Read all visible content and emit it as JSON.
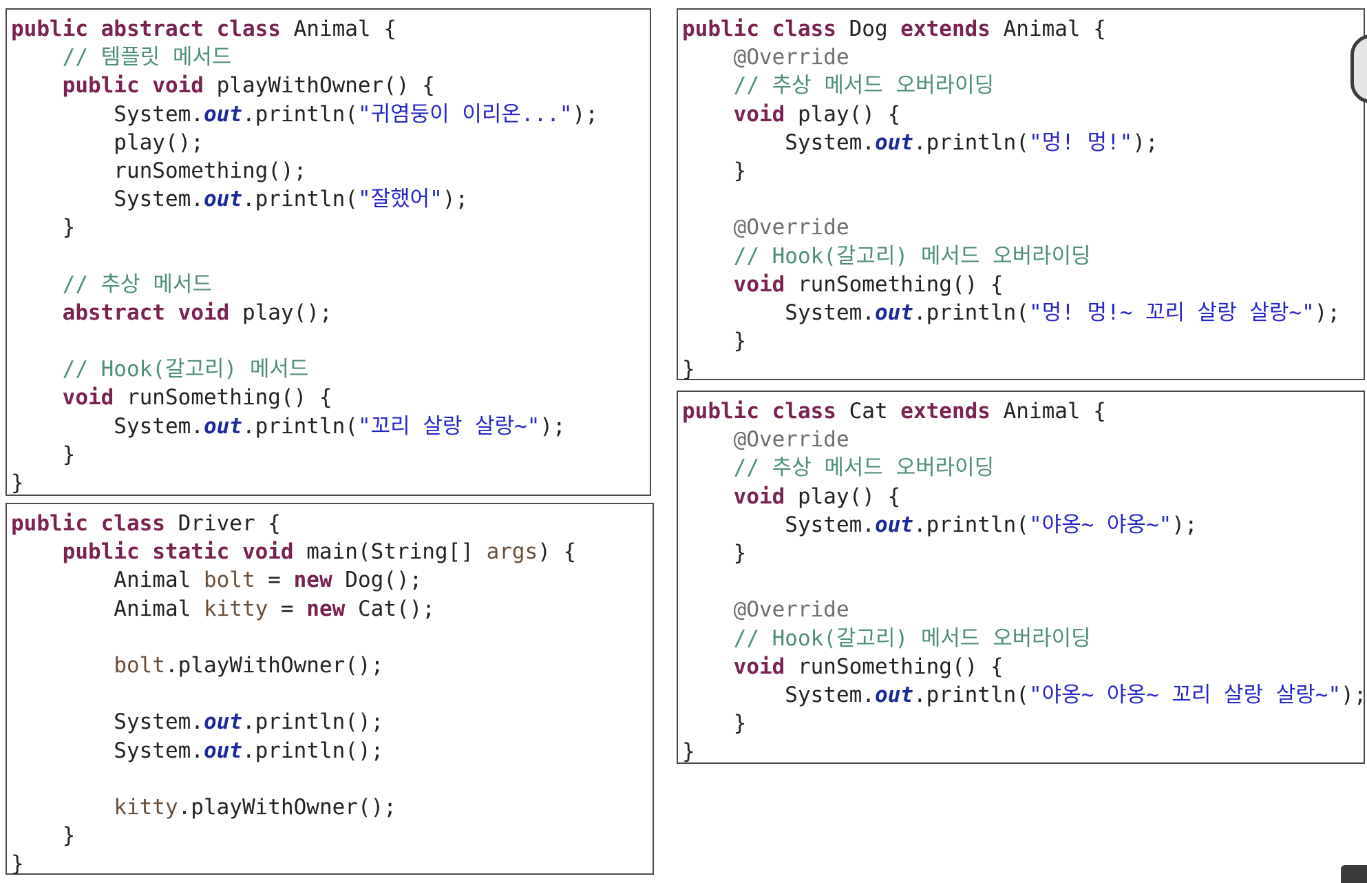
{
  "panels": [
    {
      "id": "panel-animal",
      "name": "code-panel-animal",
      "lines": [
        [
          [
            "kw",
            "public abstract class"
          ],
          [
            "p",
            " Animal {"
          ]
        ],
        [
          [
            "p",
            "    "
          ],
          [
            "cm",
            "// 템플릿 메서드"
          ]
        ],
        [
          [
            "p",
            "    "
          ],
          [
            "kw",
            "public void"
          ],
          [
            "p",
            " playWithOwner() {"
          ]
        ],
        [
          [
            "p",
            "        System."
          ],
          [
            "fld",
            "out"
          ],
          [
            "p",
            ".println("
          ],
          [
            "str",
            "\"귀염둥이 이리온...\""
          ],
          [
            "p",
            ");"
          ]
        ],
        [
          [
            "p",
            "        play();"
          ]
        ],
        [
          [
            "p",
            "        runSomething();"
          ]
        ],
        [
          [
            "p",
            "        System."
          ],
          [
            "fld",
            "out"
          ],
          [
            "p",
            ".println("
          ],
          [
            "str",
            "\"잘했어\""
          ],
          [
            "p",
            ");"
          ]
        ],
        [
          [
            "p",
            "    }"
          ]
        ],
        [
          [
            "p",
            ""
          ]
        ],
        [
          [
            "p",
            "    "
          ],
          [
            "cm",
            "// 추상 메서드"
          ]
        ],
        [
          [
            "p",
            "    "
          ],
          [
            "kw",
            "abstract void"
          ],
          [
            "p",
            " play();"
          ]
        ],
        [
          [
            "p",
            ""
          ]
        ],
        [
          [
            "p",
            "    "
          ],
          [
            "cm",
            "// Hook(갈고리) 메서드"
          ]
        ],
        [
          [
            "p",
            "    "
          ],
          [
            "kw",
            "void"
          ],
          [
            "p",
            " runSomething() {"
          ]
        ],
        [
          [
            "p",
            "        System."
          ],
          [
            "fld",
            "out"
          ],
          [
            "p",
            ".println("
          ],
          [
            "str",
            "\"꼬리 살랑 살랑~\""
          ],
          [
            "p",
            ");"
          ]
        ],
        [
          [
            "p",
            "    }"
          ]
        ],
        [
          [
            "p",
            "}"
          ]
        ]
      ]
    },
    {
      "id": "panel-driver",
      "name": "code-panel-driver",
      "lines": [
        [
          [
            "kw",
            "public class"
          ],
          [
            "p",
            " Driver {"
          ]
        ],
        [
          [
            "p",
            "    "
          ],
          [
            "kw",
            "public static void"
          ],
          [
            "p",
            " main(String[] "
          ],
          [
            "var",
            "args"
          ],
          [
            "p",
            ") {"
          ]
        ],
        [
          [
            "p",
            "        Animal "
          ],
          [
            "var",
            "bolt"
          ],
          [
            "p",
            " = "
          ],
          [
            "kw",
            "new"
          ],
          [
            "p",
            " Dog();"
          ]
        ],
        [
          [
            "p",
            "        Animal "
          ],
          [
            "var",
            "kitty"
          ],
          [
            "p",
            " = "
          ],
          [
            "kw",
            "new"
          ],
          [
            "p",
            " Cat();"
          ]
        ],
        [
          [
            "p",
            ""
          ]
        ],
        [
          [
            "p",
            "        "
          ],
          [
            "var",
            "bolt"
          ],
          [
            "p",
            ".playWithOwner();"
          ]
        ],
        [
          [
            "p",
            ""
          ]
        ],
        [
          [
            "p",
            "        System."
          ],
          [
            "fld",
            "out"
          ],
          [
            "p",
            ".println();"
          ]
        ],
        [
          [
            "p",
            "        System."
          ],
          [
            "fld",
            "out"
          ],
          [
            "p",
            ".println();"
          ]
        ],
        [
          [
            "p",
            ""
          ]
        ],
        [
          [
            "p",
            "        "
          ],
          [
            "var",
            "kitty"
          ],
          [
            "p",
            ".playWithOwner();"
          ]
        ],
        [
          [
            "p",
            "    }"
          ]
        ],
        [
          [
            "p",
            "}"
          ]
        ]
      ]
    },
    {
      "id": "panel-dog",
      "name": "code-panel-dog",
      "lines": [
        [
          [
            "kw",
            "public class"
          ],
          [
            "p",
            " Dog "
          ],
          [
            "kw",
            "extends"
          ],
          [
            "p",
            " Animal {"
          ]
        ],
        [
          [
            "p",
            "    "
          ],
          [
            "an",
            "@Override"
          ]
        ],
        [
          [
            "p",
            "    "
          ],
          [
            "cm",
            "// 추상 메서드 오버라이딩"
          ]
        ],
        [
          [
            "p",
            "    "
          ],
          [
            "kw",
            "void"
          ],
          [
            "p",
            " play() {"
          ]
        ],
        [
          [
            "p",
            "        System."
          ],
          [
            "fld",
            "out"
          ],
          [
            "p",
            ".println("
          ],
          [
            "str",
            "\"멍! 멍!\""
          ],
          [
            "p",
            ");"
          ]
        ],
        [
          [
            "p",
            "    }"
          ]
        ],
        [
          [
            "p",
            ""
          ]
        ],
        [
          [
            "p",
            "    "
          ],
          [
            "an",
            "@Override"
          ]
        ],
        [
          [
            "p",
            "    "
          ],
          [
            "cm",
            "// Hook(갈고리) 메서드 오버라이딩"
          ]
        ],
        [
          [
            "p",
            "    "
          ],
          [
            "kw",
            "void"
          ],
          [
            "p",
            " runSomething() {"
          ]
        ],
        [
          [
            "p",
            "        System."
          ],
          [
            "fld",
            "out"
          ],
          [
            "p",
            ".println("
          ],
          [
            "str",
            "\"멍! 멍!~ 꼬리 살랑 살랑~\""
          ],
          [
            "p",
            ");"
          ]
        ],
        [
          [
            "p",
            "    }"
          ]
        ],
        [
          [
            "p",
            "}"
          ]
        ]
      ]
    },
    {
      "id": "panel-cat",
      "name": "code-panel-cat",
      "lines": [
        [
          [
            "kw",
            "public class"
          ],
          [
            "p",
            " Cat "
          ],
          [
            "kw",
            "extends"
          ],
          [
            "p",
            " Animal {"
          ]
        ],
        [
          [
            "p",
            "    "
          ],
          [
            "an",
            "@Override"
          ]
        ],
        [
          [
            "p",
            "    "
          ],
          [
            "cm",
            "// 추상 메서드 오버라이딩"
          ]
        ],
        [
          [
            "p",
            "    "
          ],
          [
            "kw",
            "void"
          ],
          [
            "p",
            " play() {"
          ]
        ],
        [
          [
            "p",
            "        System."
          ],
          [
            "fld",
            "out"
          ],
          [
            "p",
            ".println("
          ],
          [
            "str",
            "\"야옹~ 야옹~\""
          ],
          [
            "p",
            ");"
          ]
        ],
        [
          [
            "p",
            "    }"
          ]
        ],
        [
          [
            "p",
            ""
          ]
        ],
        [
          [
            "p",
            "    "
          ],
          [
            "an",
            "@Override"
          ]
        ],
        [
          [
            "p",
            "    "
          ],
          [
            "cm",
            "// Hook(갈고리) 메서드 오버라이딩"
          ]
        ],
        [
          [
            "p",
            "    "
          ],
          [
            "kw",
            "void"
          ],
          [
            "p",
            " runSomething() {"
          ]
        ],
        [
          [
            "p",
            "        System."
          ],
          [
            "fld",
            "out"
          ],
          [
            "p",
            ".println("
          ],
          [
            "str",
            "\"야옹~ 야옹~ 꼬리 살랑 살랑~\""
          ],
          [
            "p",
            ");"
          ]
        ],
        [
          [
            "p",
            "    }"
          ]
        ],
        [
          [
            "p",
            "}"
          ]
        ]
      ]
    }
  ],
  "colors": {
    "keyword": "#7a2250",
    "comment": "#4f8d7c",
    "annotation": "#6f6f6f",
    "static_field": "#1f2a9a",
    "string": "#2727c8",
    "variable": "#6a4f3a",
    "plain": "#232323",
    "border": "#4a4a4a"
  }
}
